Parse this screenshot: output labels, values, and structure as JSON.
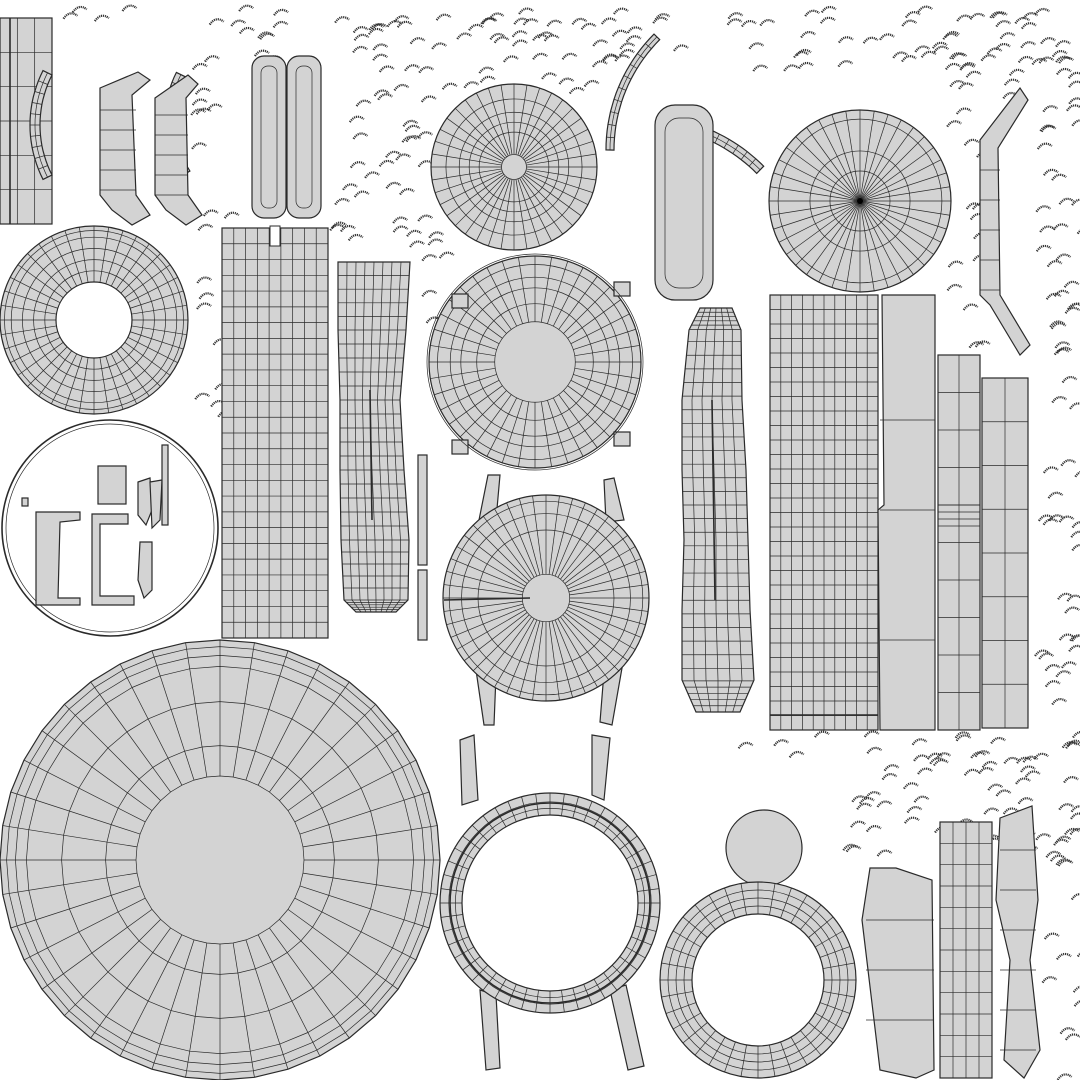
{
  "canvas": {
    "background": "#ffffff"
  },
  "colors": {
    "island_fill": "#d3d3d3",
    "wire_stroke": "#2a2a2a"
  },
  "islands": [
    {
      "name": "uv-strip-left-edge",
      "shape": "strip"
    },
    {
      "name": "uv-strap-curved-thin",
      "shape": "curved-strip"
    },
    {
      "name": "uv-lug-pieces",
      "shape": "bent-strip"
    },
    {
      "name": "uv-link-pair",
      "shape": "rounded-rect"
    },
    {
      "name": "uv-disc-radial-top",
      "shape": "radial-disc"
    },
    {
      "name": "uv-disc-fan-top-right",
      "shape": "fan-disc"
    },
    {
      "name": "uv-ring-left",
      "shape": "ring"
    },
    {
      "name": "uv-circle-buckle-parts",
      "shape": "circle-cluster"
    },
    {
      "name": "uv-strap-band-long",
      "shape": "grid-strip"
    },
    {
      "name": "uv-strap-tapered",
      "shape": "tapered-strip"
    },
    {
      "name": "uv-disc-with-tabs",
      "shape": "radial-disc"
    },
    {
      "name": "uv-case-with-lugs",
      "shape": "case"
    },
    {
      "name": "uv-strap-narrow-center",
      "shape": "tapered-strip"
    },
    {
      "name": "uv-strap-band-wide",
      "shape": "grid-strip"
    },
    {
      "name": "uv-flat-strips-right",
      "shape": "strip"
    },
    {
      "name": "uv-disc-large-bottom-left",
      "shape": "radial-disc"
    },
    {
      "name": "uv-ring-case-bottom",
      "shape": "ring"
    },
    {
      "name": "uv-small-disc-bottom",
      "shape": "disc"
    },
    {
      "name": "uv-ring-bottom-right",
      "shape": "ring"
    },
    {
      "name": "uv-strip-bottom-right",
      "shape": "grid-strip"
    },
    {
      "name": "uv-chip-clusters",
      "shape": "scatter"
    }
  ]
}
